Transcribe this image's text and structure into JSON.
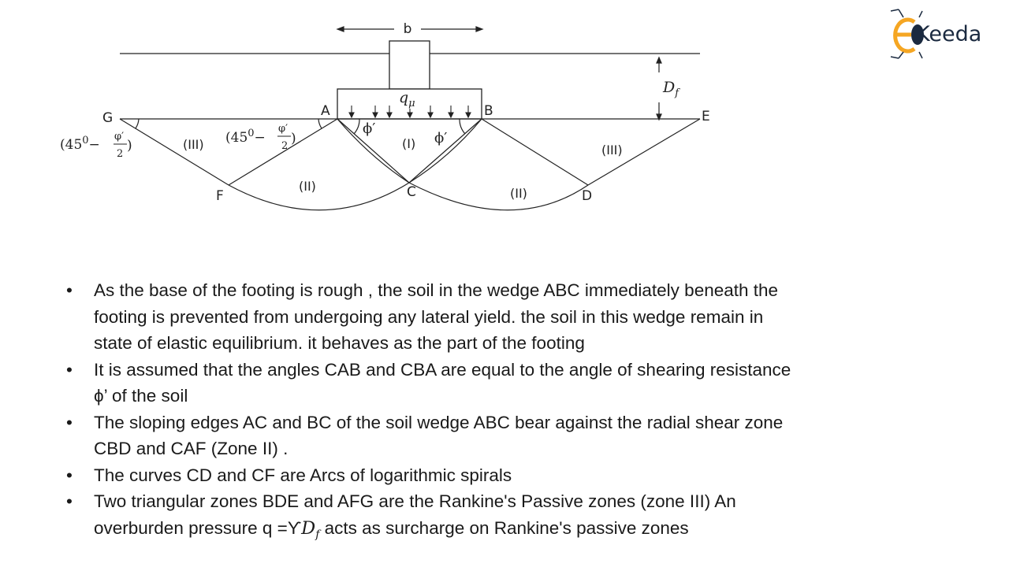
{
  "diagram": {
    "width_label": "b",
    "load_label": "q",
    "load_sub": "μ",
    "depth_label": "D",
    "depth_sub": "f",
    "points": {
      "G": "G",
      "A": "A",
      "B": "B",
      "E": "E",
      "F": "F",
      "C": "C",
      "D": "D"
    },
    "zones": {
      "I": "(I)",
      "II_left": "(II)",
      "II_right": "(II)",
      "III_left": "(III)",
      "III_right": "(III)"
    },
    "phi_label": "ϕ′",
    "angle_prefix": "(45",
    "angle_sup": "0",
    "angle_minus": "−",
    "angle_num": "φ′",
    "angle_den": "2",
    "angle_close": ")"
  },
  "logo": {
    "text": "Keeda",
    "accent_color": "#f5a623",
    "text_color": "#1b2a40"
  },
  "bullets": [
    {
      "dot": "•",
      "lines": [
        "As the base of the footing is rough , the  soil in the wedge ABC immediately beneath the",
        "footing is prevented  from undergoing any lateral yield. the soil in this wedge remain in",
        "state of elastic equilibrium. it behaves as the part of the footing"
      ]
    },
    {
      "dot": "•",
      "lines": [
        "It is assumed that the angles  CAB and CBA  are equal to the angle of shearing resistance",
        "ϕ’ of the soil"
      ]
    },
    {
      "dot": "•",
      "lines": [
        "The sloping edges AC and BC of the soil wedge ABC  bear against the radial shear zone",
        "CBD and CAF (Zone II) ."
      ]
    },
    {
      "dot": "•",
      "lines": [
        "The curves CD and CF are Arcs of logarithmic spirals"
      ]
    },
    {
      "dot": "•",
      "lines": [
        "Two triangular zones BDE and AFG are the Rankine's Passive zones (zone III) An"
      ],
      "last_prefix": "overburden pressure q =ϒ",
      "last_math": "D",
      "last_math_sub": "f",
      "last_suffix": " acts as surcharge on Rankine's passive zones"
    }
  ]
}
